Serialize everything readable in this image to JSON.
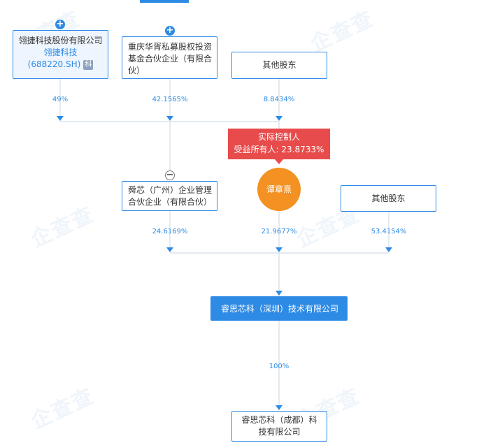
{
  "shareholders_top": [
    {
      "name": "翎捷科技股份有限公司",
      "sub_name": "翎捷科技",
      "code": "(688220.SH)",
      "tag": "科",
      "pct": "49%"
    },
    {
      "name": "重庆华胥私募股权投资基金合伙企业（有限合伙）",
      "pct": "42.1565%"
    },
    {
      "name": "其他股东",
      "pct": "8.8434%"
    }
  ],
  "controller": {
    "line1": "实际控制人",
    "line2": "受益所有人: 23.8733%"
  },
  "shareholders_mid": [
    {
      "name": "舜芯（广州）企业管理合伙企业（有限合伙）",
      "pct": "24.6169%"
    },
    {
      "name": "谭章熹",
      "pct": "21.9677%"
    },
    {
      "name": "其他股东",
      "pct": "53.4154%"
    }
  ],
  "target": {
    "name": "睿思芯科（深圳）技术有限公司",
    "pct": "100%"
  },
  "subsidiary": {
    "name": "睿思芯科（成都）科技有限公司"
  },
  "toggles": {
    "plus": "+",
    "minus": "−"
  },
  "colors": {
    "accent": "#2d8be6",
    "controller": "#e84b4b",
    "person": "#f39123",
    "line": "#c9d6e3"
  }
}
